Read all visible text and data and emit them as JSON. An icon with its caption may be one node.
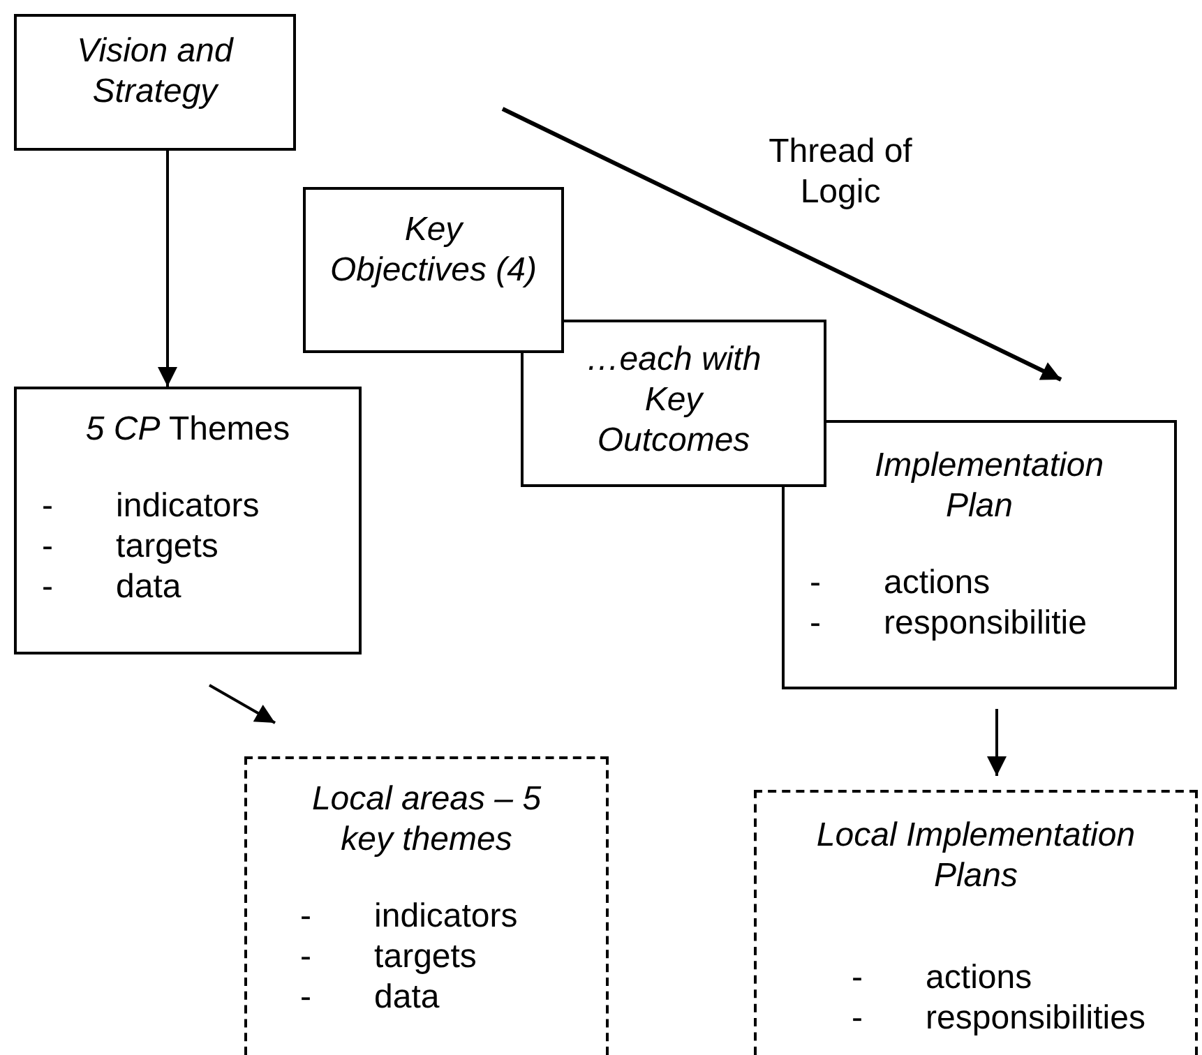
{
  "diagram": {
    "nodes": [
      {
        "text": [
          "Vision and Strategy"
        ]
      },
      {
        "text": [
          "Key Objectives (4)"
        ]
      },
      {
        "text": [
          "…each with Key Outcomes"
        ]
      },
      {
        "text": [
          "Implementation Plan",
          "- actions",
          "- responsibilitie"
        ]
      },
      {
        "text": [
          "*5 CP* Themes",
          "- indicators",
          "- targets",
          "- data"
        ]
      },
      {
        "text": [
          "Local areas – 5 key themes",
          "- indicators",
          "- targets",
          "- data"
        ]
      },
      {
        "text": [
          "Local Implementation Plans",
          "- actions",
          "- responsibilities"
        ]
      }
    ],
    "edges": [
      {
        "from": 0,
        "to": 4,
        "arrow": "to"
      },
      {
        "from": 4,
        "to": 5,
        "arrow": "to"
      },
      {
        "from": 3,
        "to": 6,
        "arrow": "to"
      }
    ],
    "labels": [
      "Thread of Logic"
    ]
  }
}
